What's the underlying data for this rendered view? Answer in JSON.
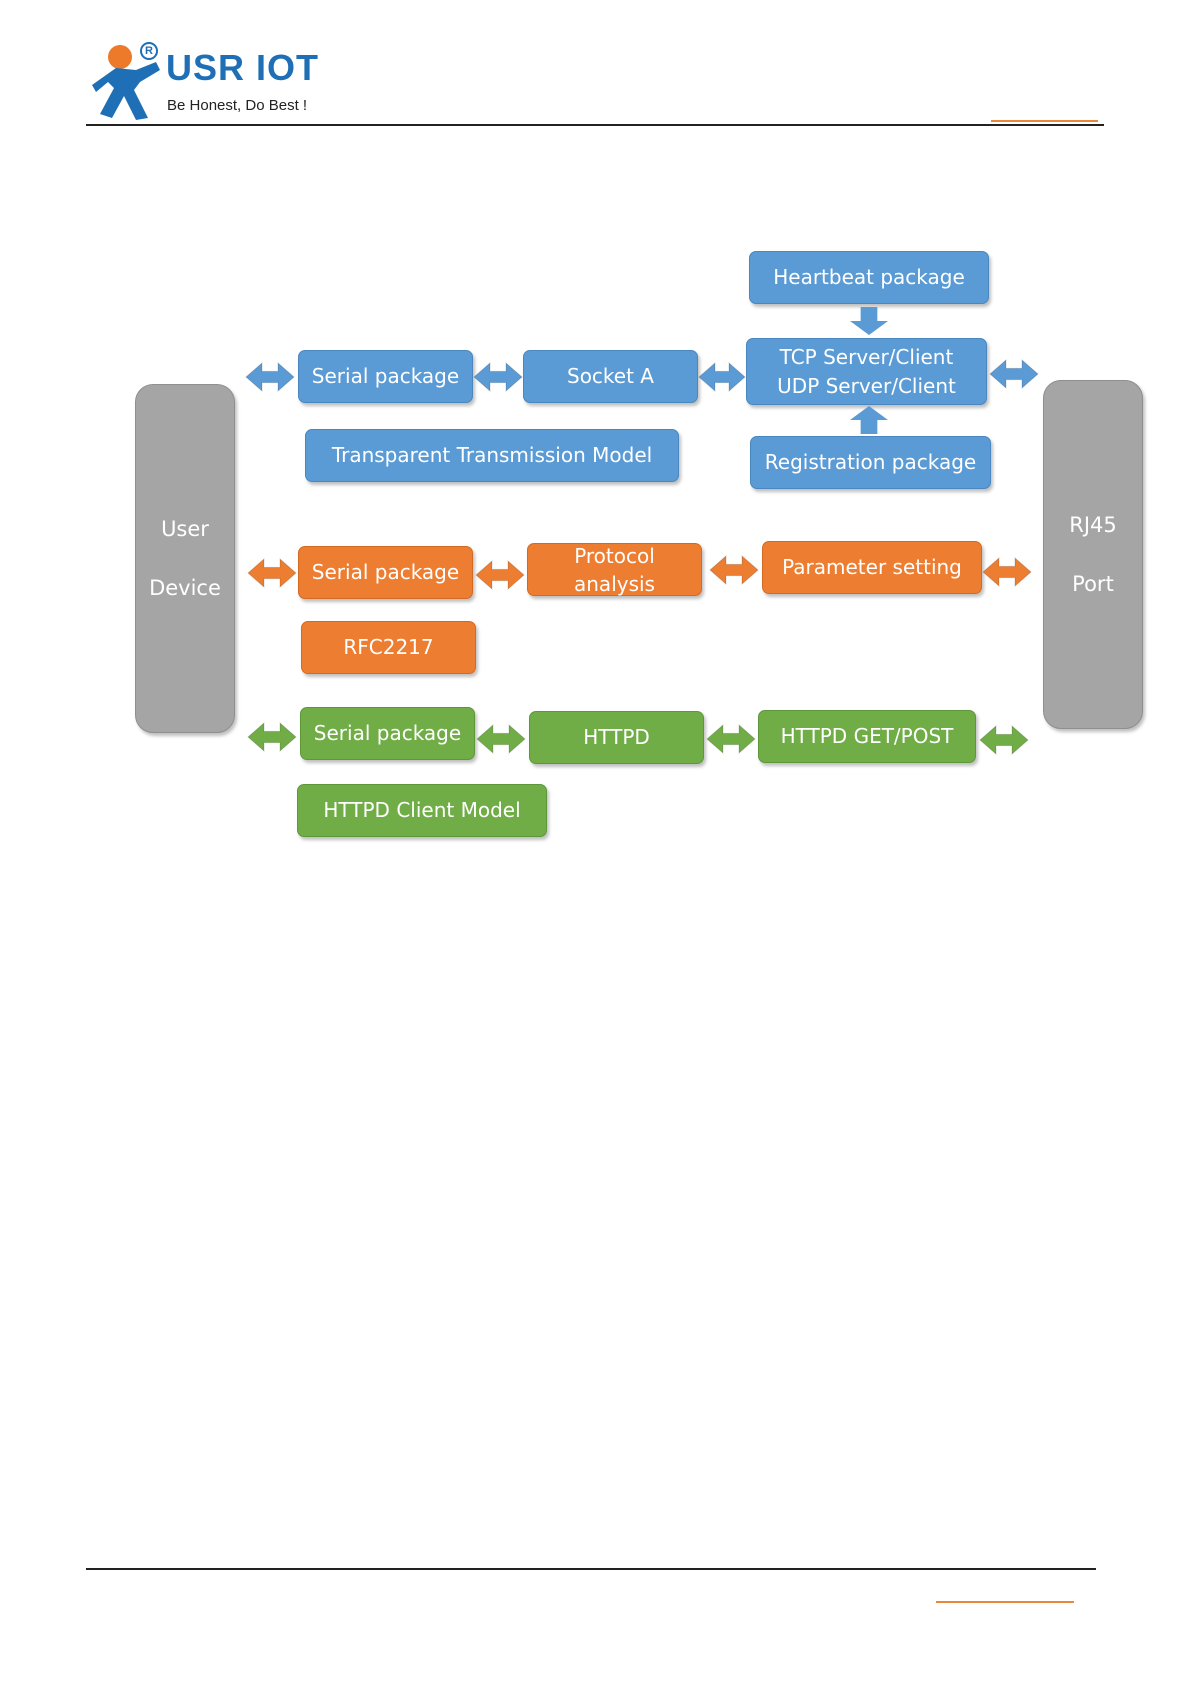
{
  "header": {
    "brand": "USR IOT",
    "registered": "R",
    "slogan": "Be Honest, Do Best !"
  },
  "diagram": {
    "user_device": {
      "line1": "User",
      "line2": "Device"
    },
    "rj45_port": {
      "line1": "RJ45",
      "line2": "Port"
    },
    "blue_row": {
      "serial_package": "Serial package",
      "socket": "Socket A",
      "tcp_udp": "TCP Server/Client\nUDP Server/Client",
      "heartbeat": "Heartbeat package",
      "registration": "Registration package",
      "model": "Transparent Transmission Model"
    },
    "orange_row": {
      "serial_package": "Serial package",
      "protocol": "Protocol\nanalysis",
      "parameter": "Parameter setting",
      "model": "RFC2217"
    },
    "green_row": {
      "serial_package": "Serial package",
      "httpd": "HTTPD",
      "get_post": "HTTPD GET/POST",
      "model": "HTTPD Client Model"
    }
  },
  "colors": {
    "blue": "#5b9bd5",
    "orange": "#ed7d31",
    "green": "#70ad47",
    "gray": "#a5a5a5",
    "brand": "#1e6fb5",
    "accent": "#e9873b"
  }
}
